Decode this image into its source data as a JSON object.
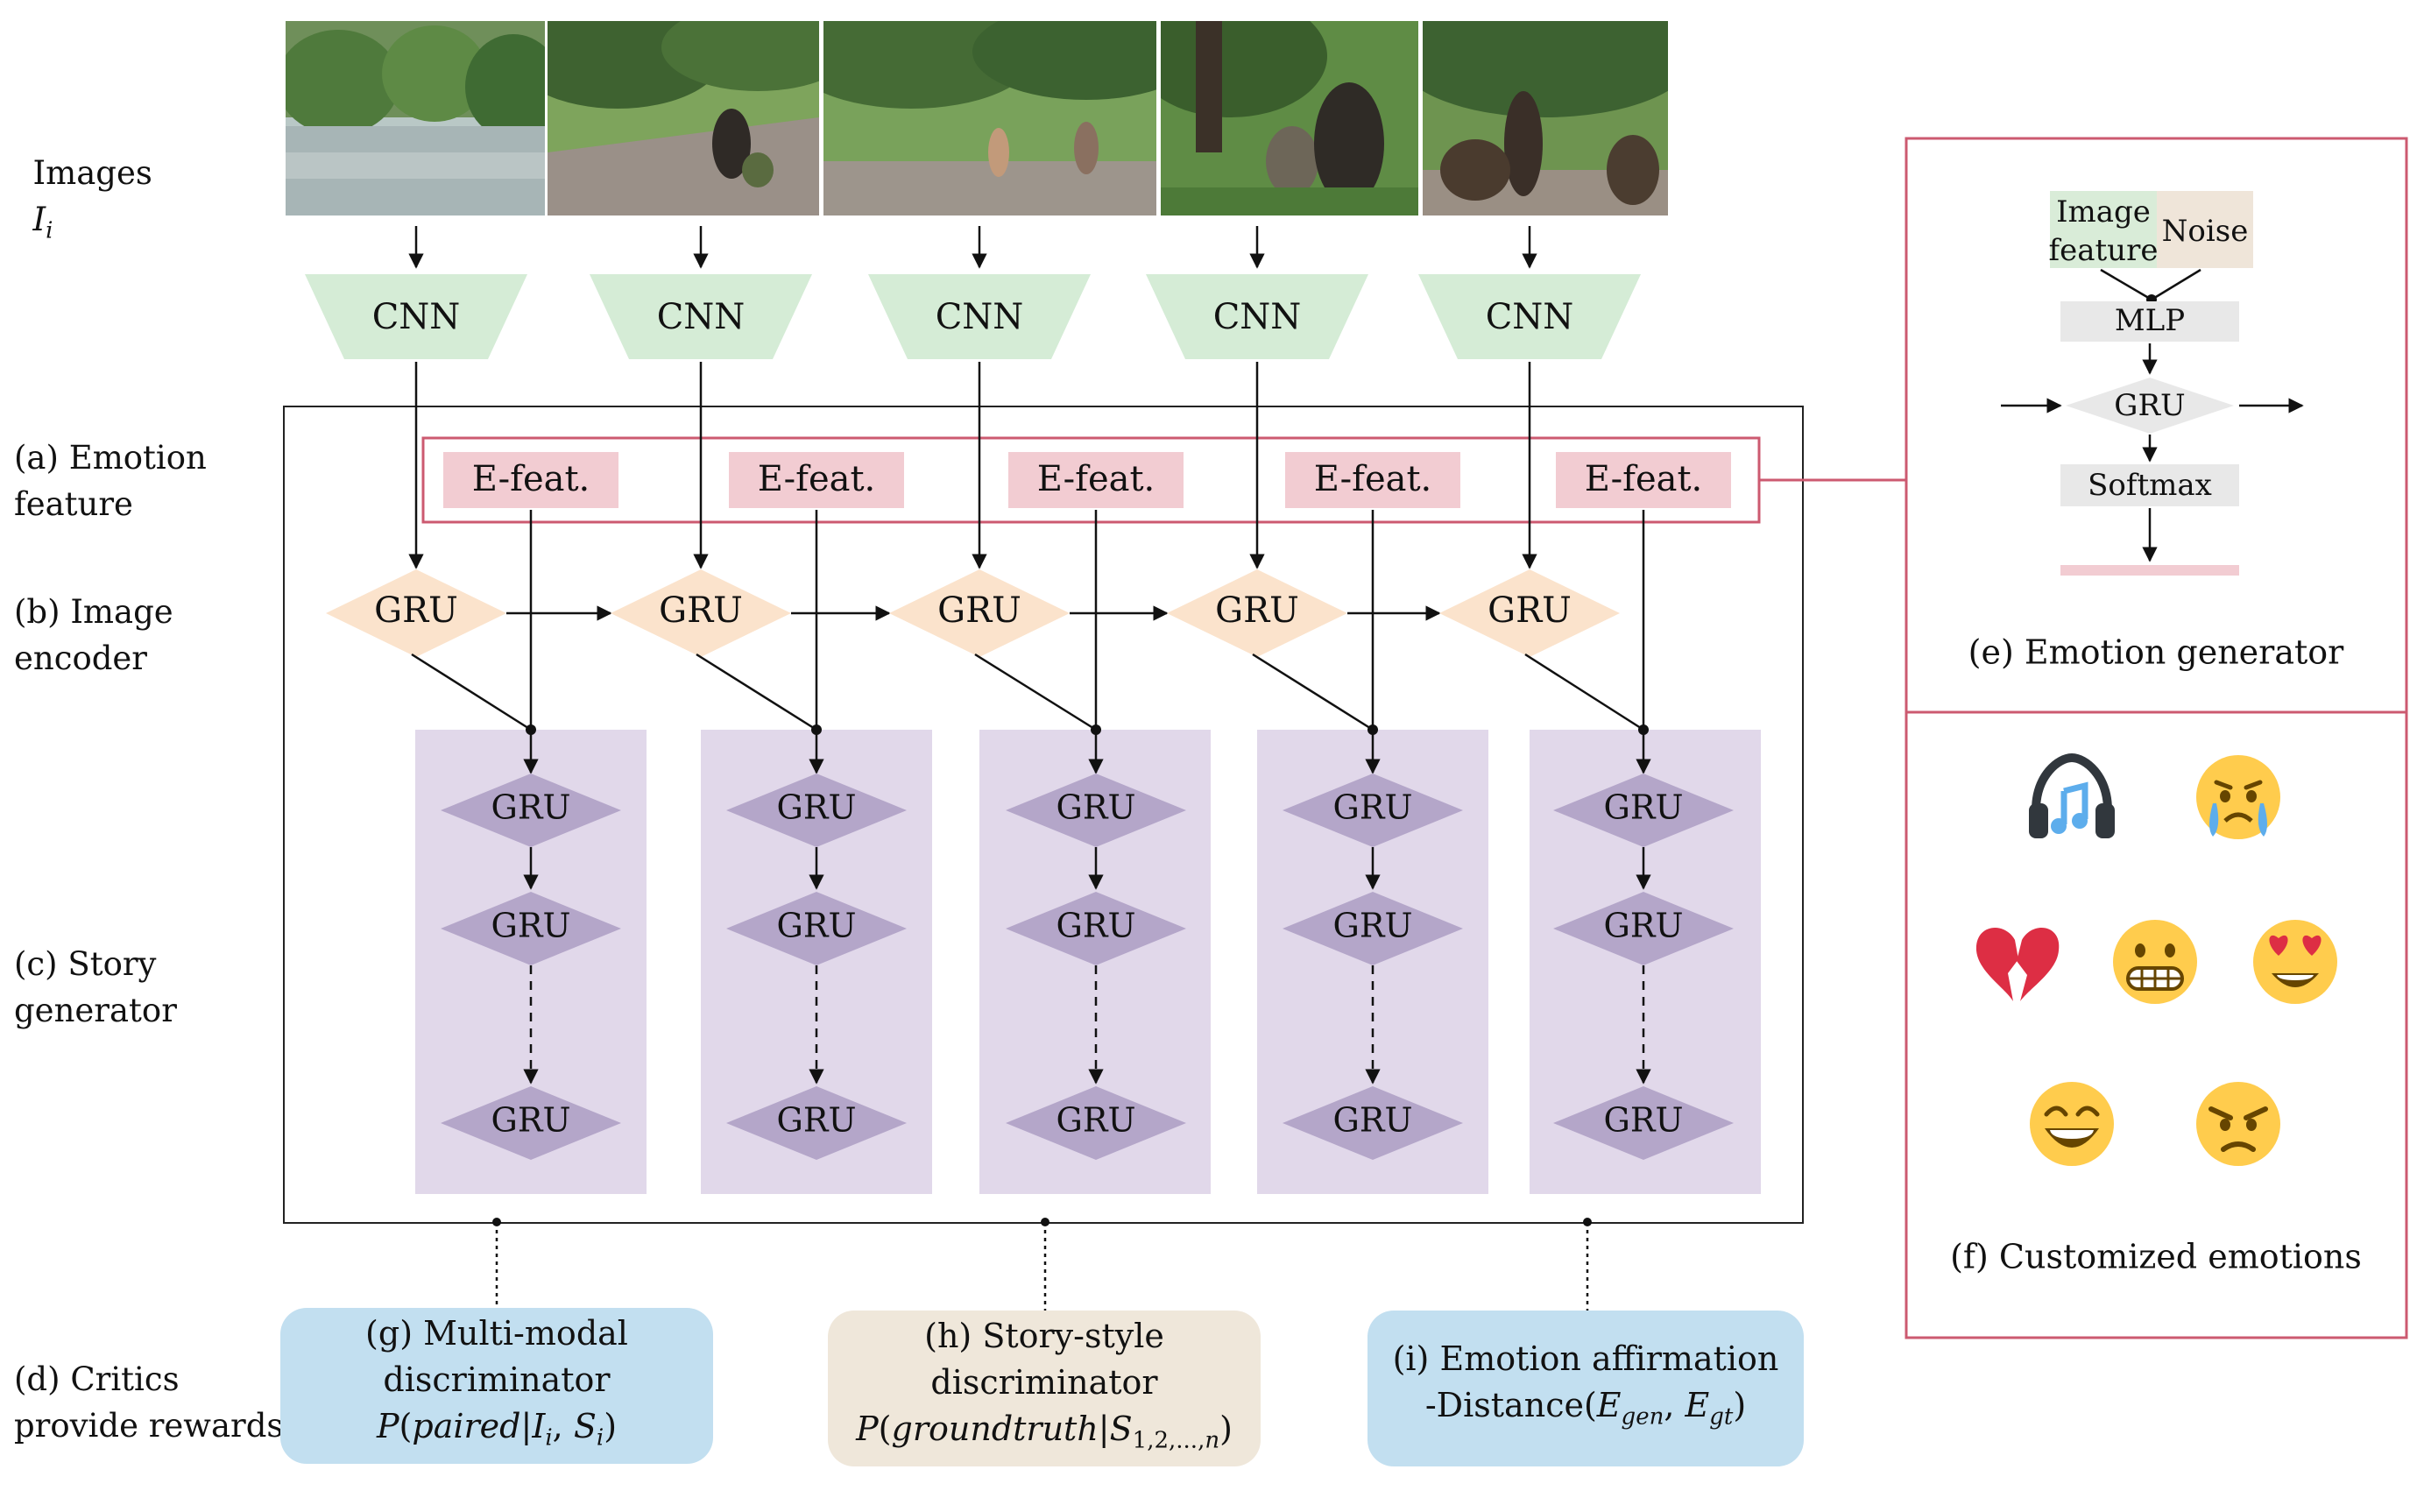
{
  "left_labels": {
    "images": "Images",
    "images_var": "I",
    "images_sub": "i",
    "emotion_feature": "(a) Emotion\nfeature",
    "image_encoder": "(b) Image\nencoder",
    "story_generator": "(c) Story\ngenerator",
    "critics": "(d) Critics\nprovide rewards"
  },
  "cnn_label": "CNN",
  "efeat_label": "E-feat.",
  "gru_label": "GRU",
  "critics": {
    "multimodal": {
      "title_line1": "(g) Multi-modal",
      "title_line2": "discriminator",
      "formula": "P(paired|I_i, S_i)"
    },
    "story_style": {
      "title_line1": "(h) Story-style",
      "title_line2": "discriminator",
      "formula": "P(groundtruth|S_1,2,...,n)"
    },
    "emotion_affirmation": {
      "title_line1": "(i) Emotion affirmation",
      "title_line2": "-Distance(E_gen, E_gt)"
    }
  },
  "emotion_generator": {
    "image_feature": "Image\nfeature",
    "noise": "Noise",
    "mlp": "MLP",
    "gru": "GRU",
    "softmax": "Softmax",
    "caption": "(e) Emotion generator"
  },
  "customized_emotions": {
    "caption": "(f) Customized emotions",
    "icons": [
      "headphones-music-icon",
      "crying-face-icon",
      "broken-heart-icon",
      "grimacing-face-icon",
      "heart-eyes-face-icon",
      "grinning-face-icon",
      "angry-face-icon"
    ]
  },
  "colors": {
    "cnn_fill": "#d5ecd6",
    "efeat_fill": "#f2ccd2",
    "encoder_gru_fill": "#fbe3cc",
    "generator_col_fill": "#e1d8ea",
    "generator_gru_fill": "#b4a6c9",
    "critic_blue": "#c2dff0",
    "critic_beige": "#efe7da",
    "pink_border": "#cc5a70",
    "eg_box_fill": "#e8e8e8",
    "eg_image_feature_fill": "#d9ecd8",
    "eg_noise_fill": "#efe5d9"
  },
  "photo_count": 5
}
